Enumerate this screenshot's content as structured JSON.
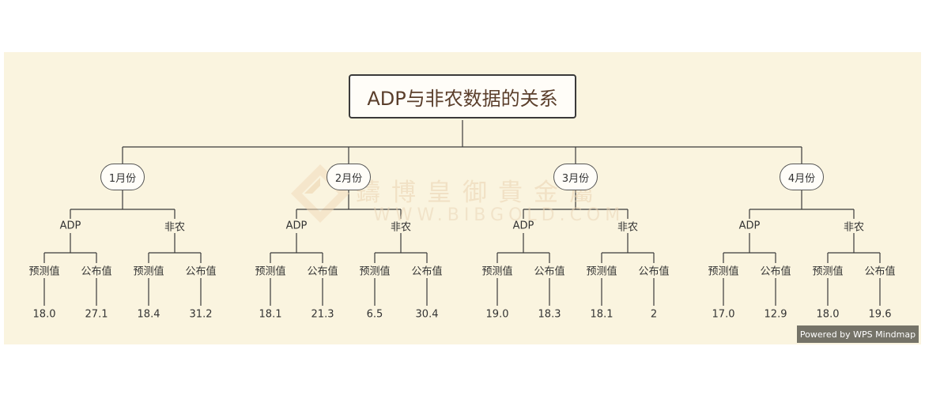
{
  "root": {
    "title": "ADP与非农数据的关系"
  },
  "months": [
    {
      "label": "1月份",
      "groups": [
        {
          "label": "ADP",
          "items": [
            {
              "label": "预测值",
              "value": "18.0"
            },
            {
              "label": "公布值",
              "value": "27.1"
            }
          ]
        },
        {
          "label": "非农",
          "items": [
            {
              "label": "预测值",
              "value": "18.4"
            },
            {
              "label": "公布值",
              "value": "31.2"
            }
          ]
        }
      ]
    },
    {
      "label": "2月份",
      "groups": [
        {
          "label": "ADP",
          "items": [
            {
              "label": "预测值",
              "value": "18.1"
            },
            {
              "label": "公布值",
              "value": "21.3"
            }
          ]
        },
        {
          "label": "非农",
          "items": [
            {
              "label": "预测值",
              "value": "6.5"
            },
            {
              "label": "公布值",
              "value": "30.4"
            }
          ]
        }
      ]
    },
    {
      "label": "3月份",
      "groups": [
        {
          "label": "ADP",
          "items": [
            {
              "label": "预测值",
              "value": "19.0"
            },
            {
              "label": "公布值",
              "value": "18.3"
            }
          ]
        },
        {
          "label": "非农",
          "items": [
            {
              "label": "预测值",
              "value": "18.1"
            },
            {
              "label": "公布值",
              "value": "2"
            }
          ]
        }
      ]
    },
    {
      "label": "4月份",
      "groups": [
        {
          "label": "ADP",
          "items": [
            {
              "label": "预测值",
              "value": "17.0"
            },
            {
              "label": "公布值",
              "value": "12.9"
            }
          ]
        },
        {
          "label": "非农",
          "items": [
            {
              "label": "预测值",
              "value": "18.0"
            },
            {
              "label": "公布值",
              "value": "19.6"
            }
          ]
        }
      ]
    }
  ],
  "watermark": {
    "chinese": "鑄博皇御貴金屬",
    "url": "WWW.BIBGOLD.COM"
  },
  "badge": {
    "text": "Powered by WPS Mindmap"
  },
  "colors": {
    "background": "#faf4df",
    "line": "#3a3a3a",
    "title": "#5a3e2b"
  }
}
